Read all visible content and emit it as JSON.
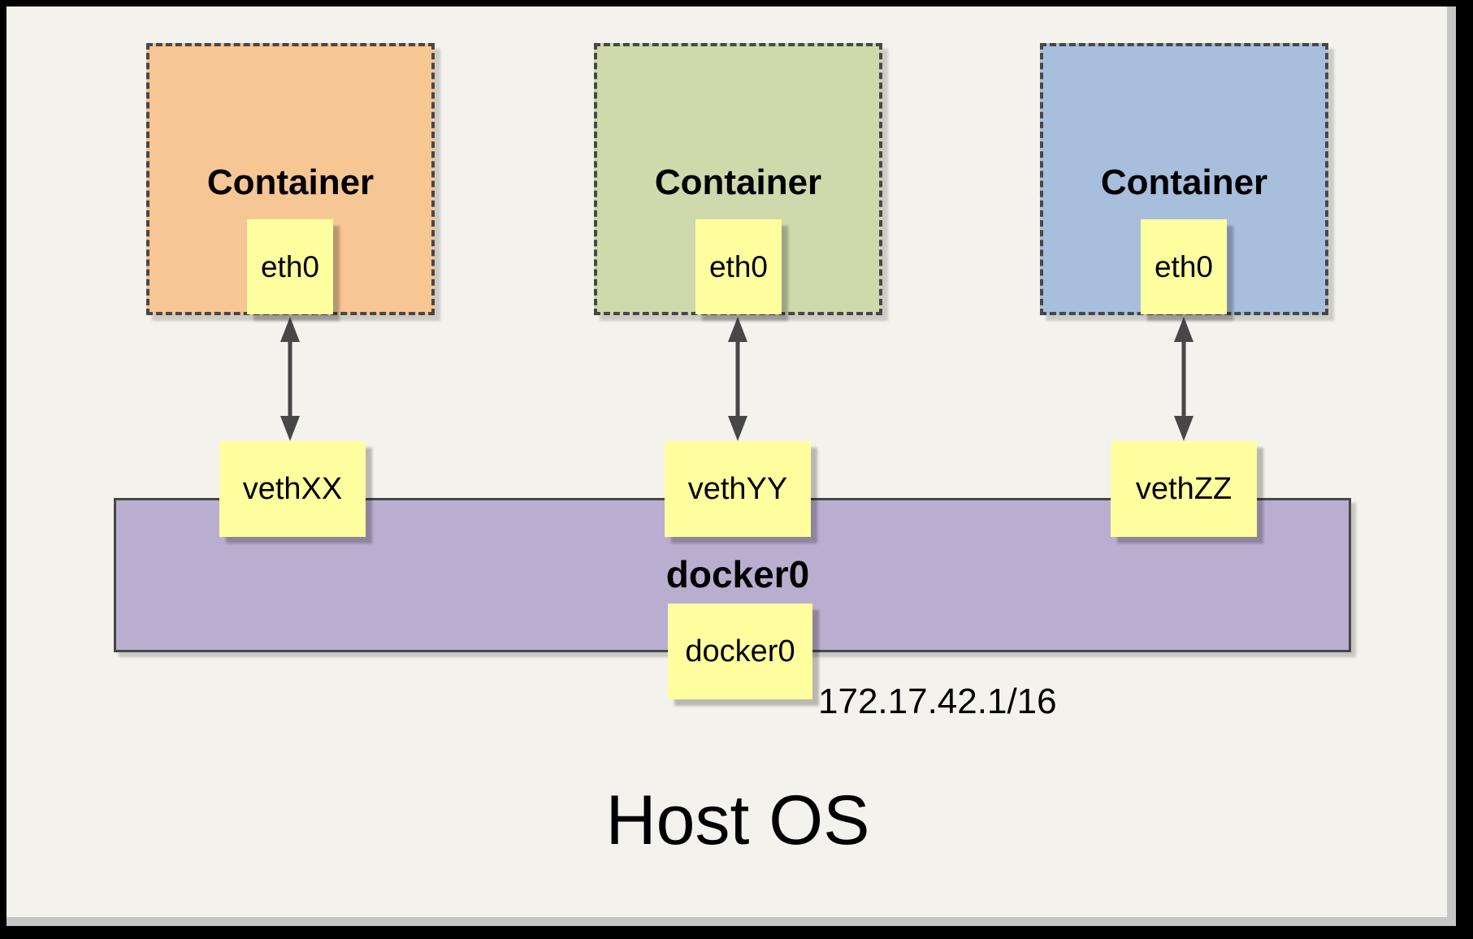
{
  "diagram": {
    "host_label": "Host OS",
    "containers": [
      {
        "label": "Container",
        "interface": "eth0",
        "veth": "vethXX",
        "color": "#F6C694"
      },
      {
        "label": "Container",
        "interface": "eth0",
        "veth": "vethYY",
        "color": "#CFD9AC"
      },
      {
        "label": "Container",
        "interface": "eth0",
        "veth": "vethZZ",
        "color": "#A8BEDD"
      }
    ],
    "bridge": {
      "label": "docker0",
      "interface_label": "docker0",
      "ip": "172.17.42.1/16",
      "color": "#BAAED0"
    },
    "colors": {
      "chip_yellow": "#FFFF9F",
      "panel_background": "#F4F2EC",
      "line_grey": "#474747"
    }
  }
}
